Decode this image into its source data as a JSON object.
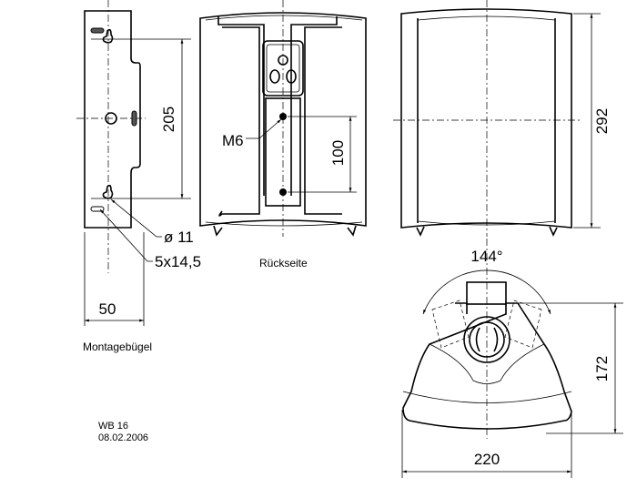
{
  "bracket": {
    "width_dim": "50",
    "hole_spacing_dim": "205",
    "hole_diameter_label": "ø 11",
    "slot_label": "5x14,5",
    "caption": "Montagebügel"
  },
  "rear_view": {
    "thread_label": "M6",
    "thread_spacing_dim": "100",
    "caption": "Rückseite"
  },
  "front_view": {
    "height_dim": "292"
  },
  "top_view": {
    "angle_dim": "144°",
    "depth_dim": "172",
    "width_dim": "220"
  },
  "title_block": {
    "model": "WB 16",
    "date": "08.02.2006"
  }
}
